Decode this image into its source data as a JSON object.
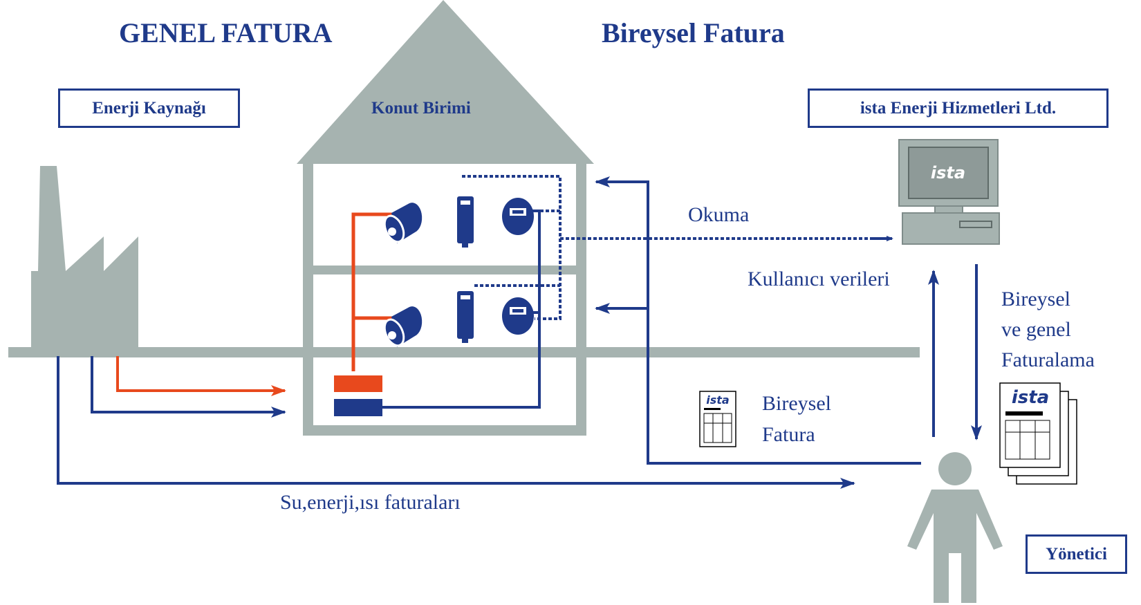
{
  "titles": {
    "left": "GENEL FATURA",
    "right": "Bireysel Fatura"
  },
  "boxes": {
    "energy_source": "Enerji Kaynağı",
    "company": "ista Enerji Hizmetleri Ltd.",
    "manager": "Yönetici"
  },
  "building_label": "Konut Birimi",
  "labels": {
    "reading": "Okuma",
    "user_data": "Kullanıcı verileri",
    "billing_line1": "Bireysel",
    "billing_line2": "ve genel",
    "billing_line3": "Faturalama",
    "invoice_line1": "Bireysel",
    "invoice_line2": "Fatura",
    "utility_bills": "Su,enerji,ısı faturaları"
  },
  "logo_text": "ista",
  "colors": {
    "blue": "#1f3a8a",
    "orange": "#e8491d",
    "gray": "#a6b3b0",
    "dark_gray": "#7f8c8a"
  }
}
